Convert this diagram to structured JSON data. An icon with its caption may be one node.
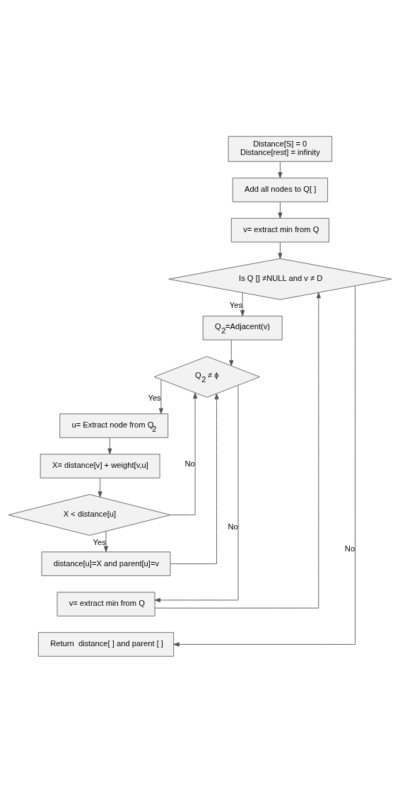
{
  "diagram": {
    "nodes": [
      {
        "text": [
          "Distance[S] = 0",
          "Distance[rest] = infinity"
        ]
      },
      {
        "text": [
          "Add all nodes to Q[ ]"
        ]
      },
      {
        "text": [
          "v= extract min from Q"
        ]
      },
      {
        "text": [
          "Is Q [] ≠NULL and v ≠ D"
        ]
      },
      {
        "text": [
          "Q$_{2}$=Adjacent(v)"
        ]
      },
      {
        "text": [
          "Q$_{2}$ ≠ ϕ"
        ]
      },
      {
        "text": [
          "u= Extract node from Q$_{2}$"
        ]
      },
      {
        "text": [
          "X= distance[v] + weight[v,u]"
        ]
      },
      {
        "text": [
          "X < distance[u]"
        ]
      },
      {
        "text": [
          "distance[u]=X and parent[u]=v"
        ]
      },
      {
        "text": [
          "v= extract min from Q"
        ]
      },
      {
        "text": [
          "Return  distance[ ] and parent [ ]"
        ]
      }
    ],
    "edges": [
      {
        "from": 0,
        "to": 1,
        "arrow": "to"
      },
      {
        "from": 1,
        "to": 2,
        "arrow": "to"
      },
      {
        "from": 2,
        "to": 3,
        "arrow": "to"
      },
      {
        "from": 3,
        "to": 4,
        "arrow": "to",
        "label": "Yes"
      },
      {
        "from": 4,
        "to": 5,
        "arrow": "to"
      },
      {
        "from": 5,
        "to": 6,
        "arrow": "to",
        "label": "Yes"
      },
      {
        "from": 6,
        "to": 7,
        "arrow": "to"
      },
      {
        "from": 7,
        "to": 8,
        "arrow": "to"
      },
      {
        "from": 8,
        "to": 9,
        "arrow": "to",
        "label": "Yes"
      },
      {
        "from": 8,
        "to": 5,
        "arrow": "to",
        "label": "No"
      },
      {
        "from": 9,
        "to": 5,
        "arrow": "to"
      },
      {
        "from": 5,
        "to": 10,
        "arrow": "to",
        "label": "No"
      },
      {
        "from": 10,
        "to": 3,
        "arrow": "to"
      },
      {
        "from": 3,
        "to": 11,
        "arrow": "to",
        "label": "No"
      }
    ]
  }
}
